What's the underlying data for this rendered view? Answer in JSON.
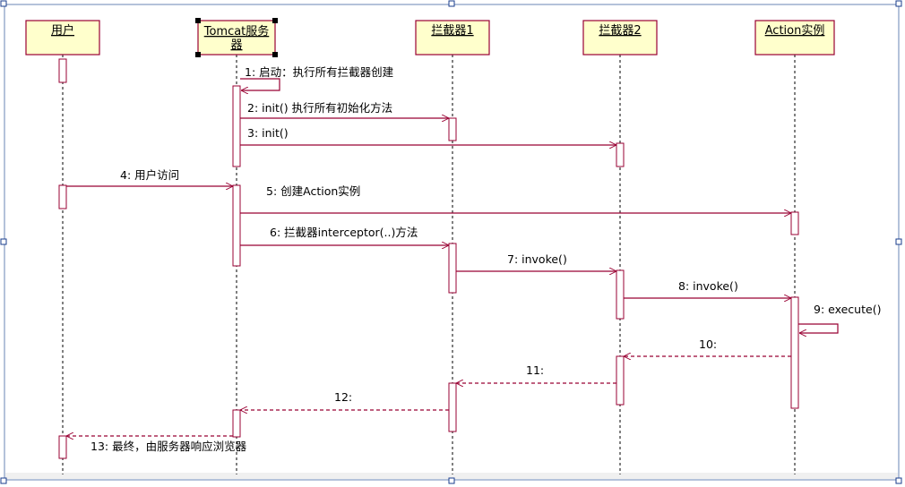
{
  "colors": {
    "line": "#990033",
    "box_fill": "#ffffcc",
    "box_stroke": "#990033",
    "text": "#000000",
    "frame": "#6a84b5",
    "handle_fill": "#ffffff",
    "handle_stroke": "#1a3d8c",
    "selected_handle": "#000000",
    "footer_fill": "#f0f0f0"
  },
  "participants": [
    {
      "label": "用户"
    },
    {
      "label": "Tomcat服务器"
    },
    {
      "label": "拦截器1"
    },
    {
      "label": "拦截器2"
    },
    {
      "label": "Action实例"
    }
  ],
  "messages": [
    {
      "label": "1: 启动：执行所有拦截器创建",
      "from": 1,
      "to": 1,
      "type": "self"
    },
    {
      "label": "2: init()  执行所有初始化方法",
      "from": 1,
      "to": 2,
      "type": "call"
    },
    {
      "label": "3: init()",
      "from": 1,
      "to": 3,
      "type": "call"
    },
    {
      "label": "4: 用户访问",
      "from": 0,
      "to": 1,
      "type": "call"
    },
    {
      "label": "5: 创建Action实例",
      "from": 1,
      "to": 4,
      "type": "call"
    },
    {
      "label": "6: 拦截器interceptor(..)方法",
      "from": 1,
      "to": 2,
      "type": "call"
    },
    {
      "label": "7: invoke()",
      "from": 2,
      "to": 3,
      "type": "call"
    },
    {
      "label": "8: invoke()",
      "from": 3,
      "to": 4,
      "type": "call"
    },
    {
      "label": "9: execute()",
      "from": 4,
      "to": 4,
      "type": "self"
    },
    {
      "label": "10:",
      "from": 4,
      "to": 3,
      "type": "return"
    },
    {
      "label": "11:",
      "from": 3,
      "to": 2,
      "type": "return"
    },
    {
      "label": "12:",
      "from": 2,
      "to": 1,
      "type": "return"
    },
    {
      "label": "13: 最终，由服务器响应浏览器",
      "from": 1,
      "to": 0,
      "type": "return"
    }
  ]
}
